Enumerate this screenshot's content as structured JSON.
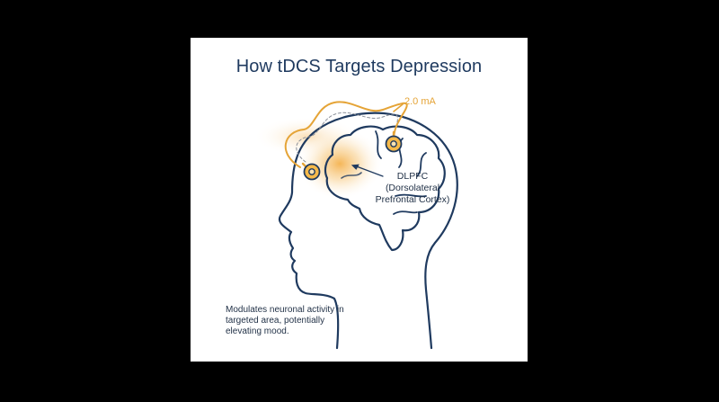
{
  "title": "How tDCS Targets Depression",
  "current": "2.0 mA",
  "target_region": {
    "abbrev": "DLPFC",
    "line1": "(Dorsolateral",
    "line2": "Prefrontal Cortex)"
  },
  "caption": "Modulates neuronal activity in targeted area, potentially elevating mood.",
  "colors": {
    "outline": "#1f3a5f",
    "accent": "#e5a437",
    "background": "#ffffff",
    "frame": "#000000"
  },
  "icons": [
    "electrode-icon",
    "arrow-icon"
  ]
}
